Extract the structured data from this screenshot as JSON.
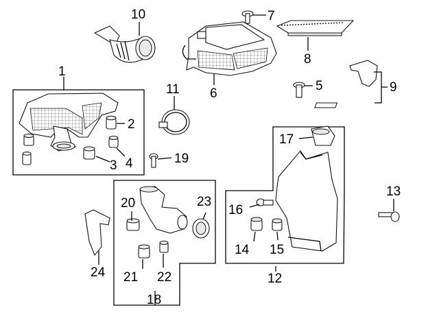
{
  "diagram": {
    "callouts": {
      "c1": "1",
      "c2": "2",
      "c3": "3",
      "c4": "4",
      "c5": "5",
      "c6": "6",
      "c7": "7",
      "c8": "8",
      "c9": "9",
      "c10": "10",
      "c11": "11",
      "c12": "12",
      "c13": "13",
      "c14": "14",
      "c15": "15",
      "c16": "16",
      "c17": "17",
      "c18": "18",
      "c19": "19",
      "c20": "20",
      "c21": "21",
      "c22": "22",
      "c23": "23",
      "c24": "24"
    },
    "colors": {
      "line": "#000000",
      "background": "#ffffff",
      "fill": "#ffffff"
    }
  }
}
